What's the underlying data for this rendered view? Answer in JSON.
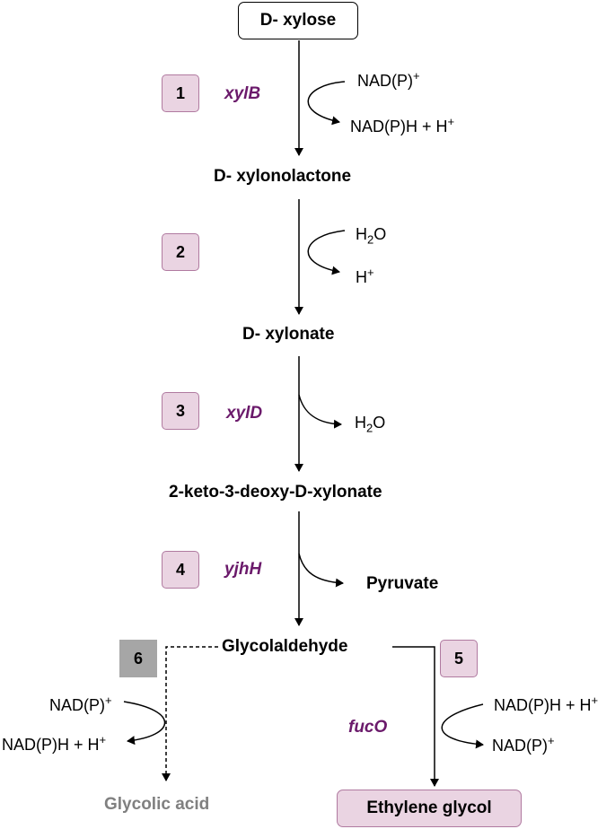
{
  "metabolites": {
    "xylose": "D- xylose",
    "xylonolactone": "D- xylonolactone",
    "xylonate": "D- xylonate",
    "kdx": "2-keto-3-deoxy-D-xylonate",
    "glycolaldehyde": "Glycolaldehyde",
    "pyruvate": "Pyruvate",
    "glycolic_acid": "Glycolic acid",
    "ethylene_glycol": "Ethylene glycol"
  },
  "steps": [
    "1",
    "2",
    "3",
    "4",
    "5",
    "6"
  ],
  "genes": {
    "step1": "xylB",
    "step3": "xylD",
    "step4": "yjhH",
    "step5": "fucO"
  },
  "cofactors": {
    "nadp_base": "NAD(P)",
    "nadph_base": "NAD(P)H + H",
    "plus": "+",
    "h2o_h": "H",
    "h2o_2": "2",
    "h2o_o": "O",
    "h": "H"
  },
  "colors": {
    "gene_text": "#6b1a6b",
    "step_fill": "#ead4e2",
    "step_border": "#b07aa0",
    "step6_fill": "#a6a6a6",
    "glycolic_acid_text": "#808080"
  }
}
